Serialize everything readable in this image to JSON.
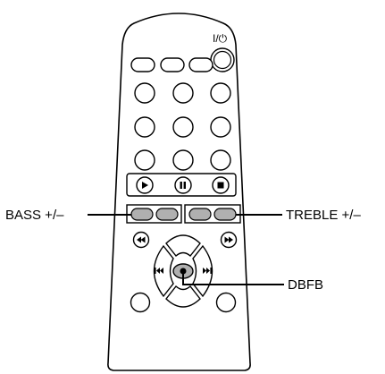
{
  "labels": {
    "power": "I/⏻",
    "bass": "BASS +/–",
    "treble": "TREBLE +/–",
    "dbfb": "DBFB"
  },
  "icons": {
    "play": "play-icon",
    "pause": "pause-icon",
    "stop": "stop-icon",
    "rewind": "rewind-icon",
    "fast_forward": "fast-forward-icon",
    "previous": "previous-track-icon",
    "next": "next-track-icon"
  },
  "colors": {
    "outline": "#000000",
    "highlight": "#b0b0b0",
    "background": "#ffffff"
  }
}
